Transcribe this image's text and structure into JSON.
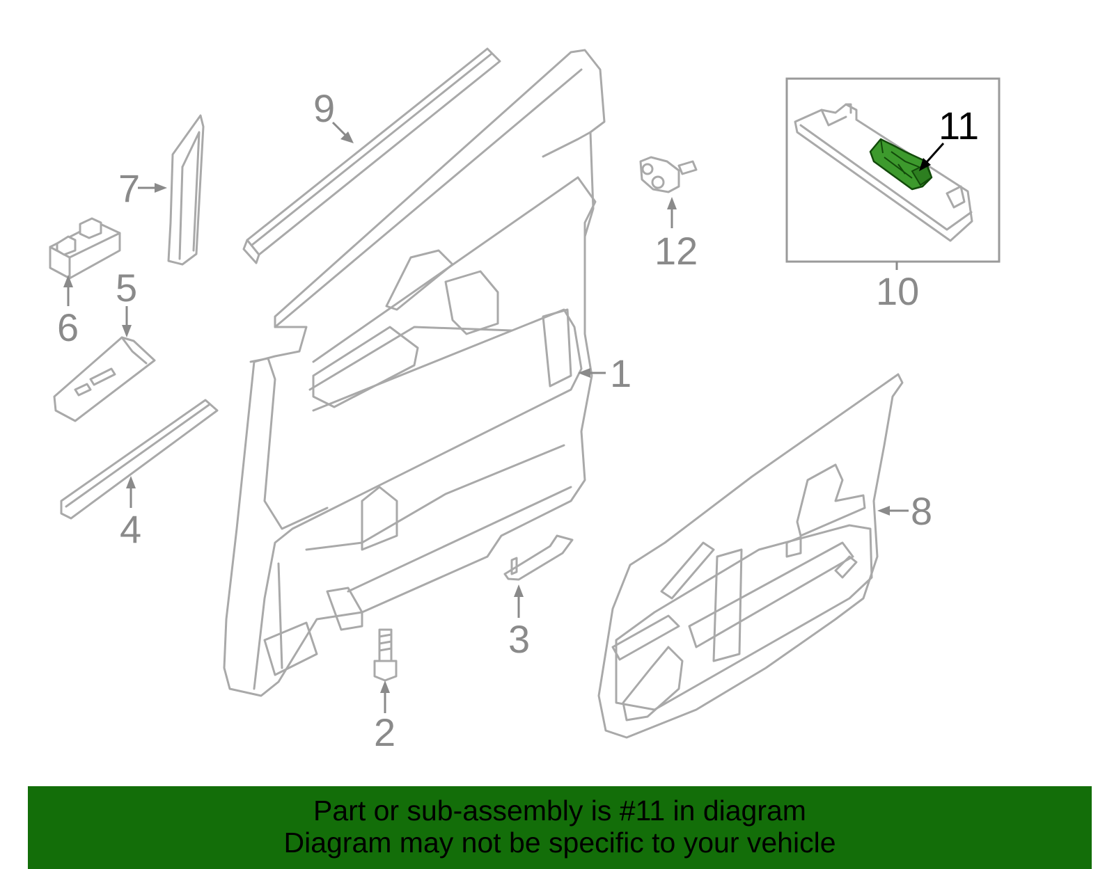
{
  "callouts": {
    "c1": "1",
    "c2": "2",
    "c3": "3",
    "c4": "4",
    "c5": "5",
    "c6": "6",
    "c7": "7",
    "c8": "8",
    "c9": "9",
    "c10": "10",
    "c11": "11",
    "c12": "12"
  },
  "highlight": {
    "part": "11",
    "color": "#136e09"
  },
  "banner": {
    "line1": "Part or sub-assembly is #11 in diagram",
    "line2": "Diagram may not be specific to your vehicle",
    "background": "#136e09"
  }
}
